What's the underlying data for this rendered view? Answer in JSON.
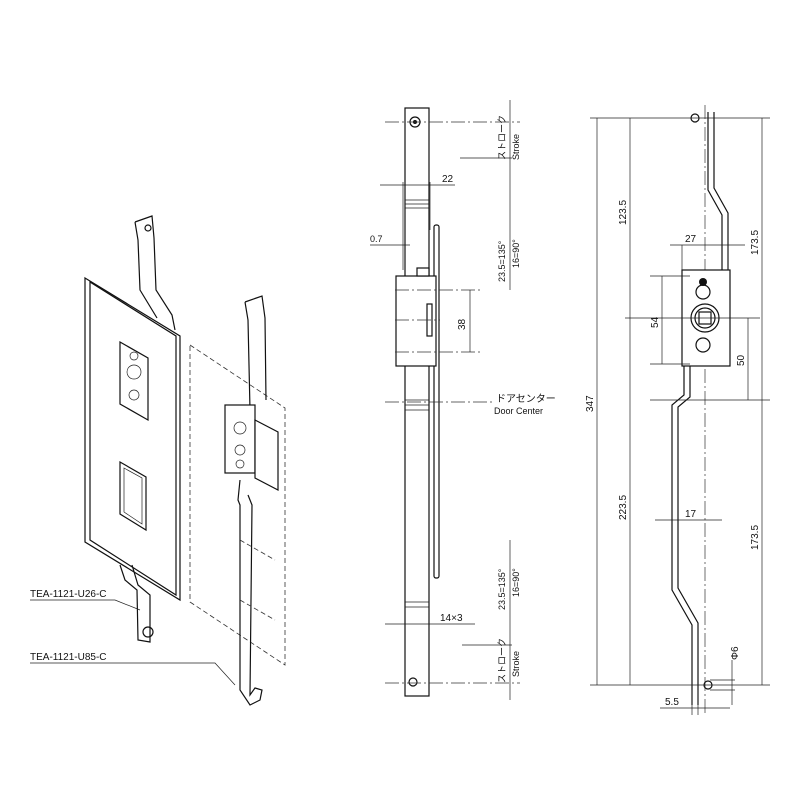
{
  "parts": {
    "plate_label": "TEA-1121-U26-C",
    "rod_label": "TEA-1121-U85-C"
  },
  "side_view": {
    "stroke_jp": "ストローク",
    "stroke_en": "Stroke",
    "width_dim": "22",
    "offset_dim": "0.7",
    "angle_dim_a": "23.5=135°",
    "angle_dim_b": "16=90°",
    "housing_dim": "38",
    "door_center_jp": "ドアセンター",
    "door_center_en": "Door Center",
    "bar_dim": "14×3"
  },
  "front_view": {
    "total_length": "347",
    "upper_length": "123.5",
    "lower_length": "223.5",
    "upper_half": "173.5",
    "lower_half": "173.5",
    "housing_width": "27",
    "housing_height": "54",
    "center_offset": "50",
    "rod_offset": "17",
    "hole_dia": "Φ6",
    "end_offset": "5.5"
  }
}
